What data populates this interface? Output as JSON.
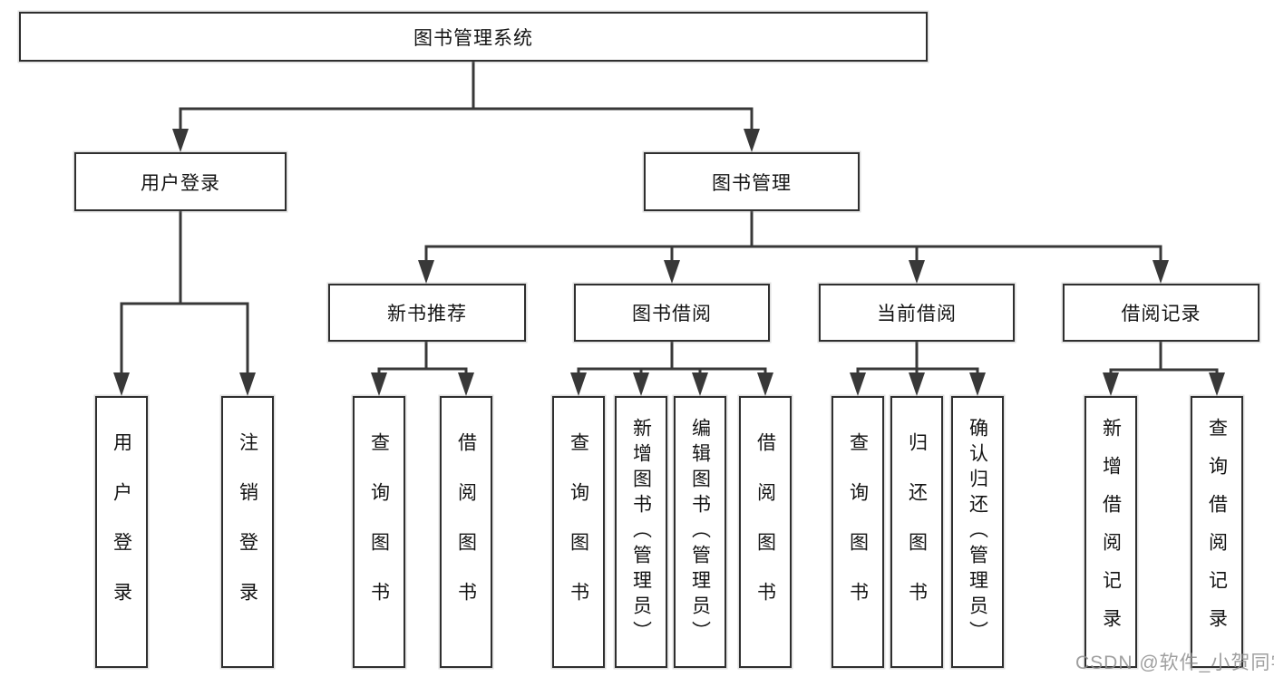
{
  "page": {
    "background": "#ffffff"
  },
  "watermark": {
    "text": "CSDN @软件_小贺同学",
    "color": "#8f8f8f"
  },
  "diagram": {
    "type": "tree",
    "line_color": "#383838",
    "box_border_color": "#2f2f2f",
    "box_fill": "#ffffff",
    "text_color": "#141414",
    "nodes": {
      "root": {
        "label": "图书管理系统",
        "level": 1
      },
      "user_login": {
        "label": "用户登录",
        "level": 2
      },
      "book_mgmt": {
        "label": "图书管理",
        "level": 2
      },
      "new_books": {
        "label": "新书推荐",
        "level": 3
      },
      "book_borrow": {
        "label": "图书借阅",
        "level": 3
      },
      "current_borrow": {
        "label": "当前借阅",
        "level": 3
      },
      "borrow_records": {
        "label": "借阅记录",
        "level": 3
      },
      "leaf_user_login": {
        "label": "用户登录",
        "level": 4
      },
      "leaf_logout": {
        "label": "注销登录",
        "level": 4
      },
      "leaf_nb_query": {
        "label": "查询图书",
        "level": 4
      },
      "leaf_nb_borrow": {
        "label": "借阅图书",
        "level": 4
      },
      "leaf_bb_query": {
        "label": "查询图书",
        "level": 4
      },
      "leaf_bb_add": {
        "label": "新增图书（管理员）",
        "level": 4
      },
      "leaf_bb_edit": {
        "label": "编辑图书（管理员）",
        "level": 4
      },
      "leaf_bb_borrow": {
        "label": "借阅图书",
        "level": 4
      },
      "leaf_cb_query": {
        "label": "查询图书",
        "level": 4
      },
      "leaf_cb_return": {
        "label": "归还图书",
        "level": 4
      },
      "leaf_cb_confirm": {
        "label": "确认归还（管理员）",
        "level": 4
      },
      "leaf_br_add": {
        "label": "新增借阅记录",
        "level": 4
      },
      "leaf_br_query": {
        "label": "查询借阅记录",
        "level": 4
      }
    },
    "edges": [
      [
        "root",
        "user_login"
      ],
      [
        "root",
        "book_mgmt"
      ],
      [
        "user_login",
        "leaf_user_login"
      ],
      [
        "user_login",
        "leaf_logout"
      ],
      [
        "book_mgmt",
        "new_books"
      ],
      [
        "book_mgmt",
        "book_borrow"
      ],
      [
        "book_mgmt",
        "current_borrow"
      ],
      [
        "book_mgmt",
        "borrow_records"
      ],
      [
        "new_books",
        "leaf_nb_query"
      ],
      [
        "new_books",
        "leaf_nb_borrow"
      ],
      [
        "book_borrow",
        "leaf_bb_query"
      ],
      [
        "book_borrow",
        "leaf_bb_add"
      ],
      [
        "book_borrow",
        "leaf_bb_edit"
      ],
      [
        "book_borrow",
        "leaf_bb_borrow"
      ],
      [
        "current_borrow",
        "leaf_cb_query"
      ],
      [
        "current_borrow",
        "leaf_cb_return"
      ],
      [
        "current_borrow",
        "leaf_cb_confirm"
      ],
      [
        "borrow_records",
        "leaf_br_add"
      ],
      [
        "borrow_records",
        "leaf_br_query"
      ]
    ]
  }
}
